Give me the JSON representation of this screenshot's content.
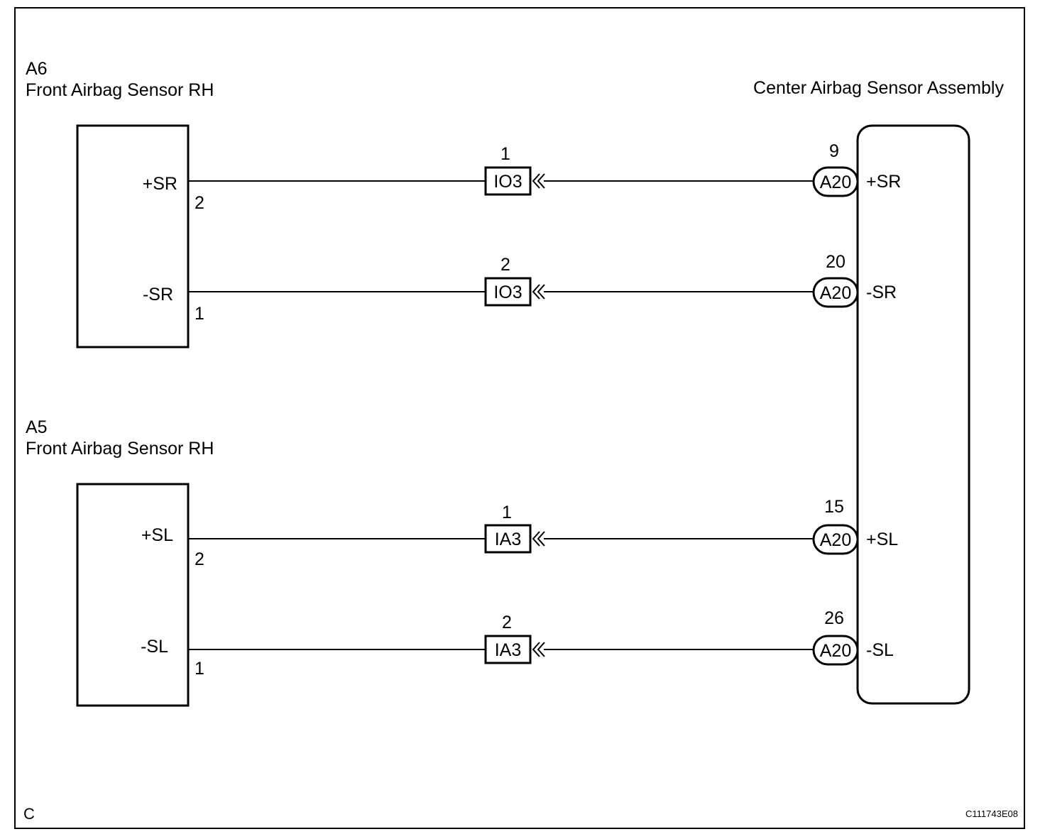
{
  "sensor_a6": {
    "code": "A6",
    "name": "Front Airbag Sensor RH",
    "circuits": [
      {
        "signal": "+SR",
        "pin": "2",
        "junction_pin": "1",
        "junction": "IO3",
        "ecu_pin": "9",
        "ecu_connector": "A20",
        "ecu_signal": "+SR"
      },
      {
        "signal": "-SR",
        "pin": "1",
        "junction_pin": "2",
        "junction": "IO3",
        "ecu_pin": "20",
        "ecu_connector": "A20",
        "ecu_signal": "-SR"
      }
    ]
  },
  "sensor_a5": {
    "code": "A5",
    "name": "Front Airbag Sensor RH",
    "circuits": [
      {
        "signal": "+SL",
        "pin": "2",
        "junction_pin": "1",
        "junction": "IA3",
        "ecu_pin": "15",
        "ecu_connector": "A20",
        "ecu_signal": "+SL"
      },
      {
        "signal": "-SL",
        "pin": "1",
        "junction_pin": "2",
        "junction": "IA3",
        "ecu_pin": "26",
        "ecu_connector": "A20",
        "ecu_signal": "-SL"
      }
    ]
  },
  "ecu": {
    "name": "Center Airbag Sensor Assembly"
  },
  "footer": {
    "corner_letter": "C",
    "figure_code": "C111743E08"
  }
}
